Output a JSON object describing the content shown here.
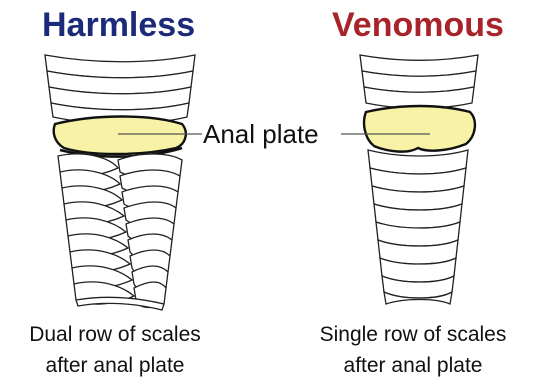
{
  "diagram": {
    "left": {
      "title": "Harmless",
      "title_color": "#1c2a7a",
      "caption_line1": "Dual row of scales",
      "caption_line2": "after anal plate"
    },
    "right": {
      "title": "Venomous",
      "title_color": "#a8232a",
      "caption_line1": "Single row of scales",
      "caption_line2": "after anal plate"
    },
    "center_label": "Anal plate",
    "plate_color": "#f7f2a6"
  }
}
